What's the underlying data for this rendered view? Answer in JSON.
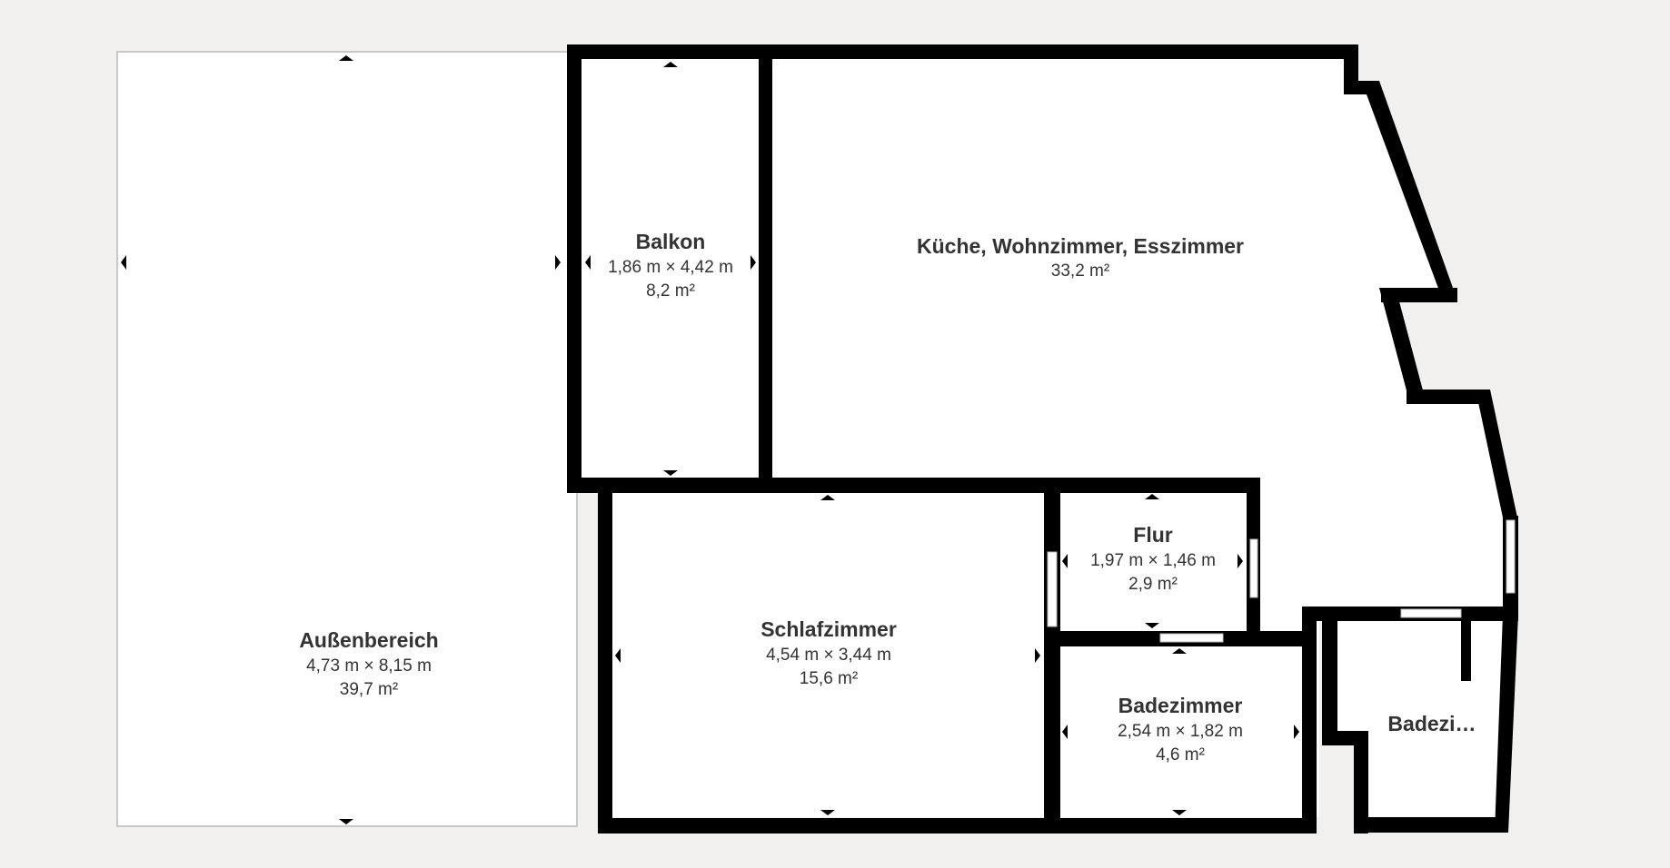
{
  "floorplan": {
    "background_color": "#f1f0ee",
    "wall_color": "#000000",
    "floor_color": "#ffffff",
    "text_color": "#333333",
    "rooms": [
      {
        "id": "aussenbereich",
        "name": "Außenbereich",
        "dims": "4,73 m × 8,15 m",
        "area": "39,7 m²"
      },
      {
        "id": "balkon",
        "name": "Balkon",
        "dims": "1,86 m × 4,42 m",
        "area": "8,2 m²"
      },
      {
        "id": "kueche",
        "name": "Küche, Wohnzimmer, Esszimmer",
        "dims": "",
        "area": "33,2 m²"
      },
      {
        "id": "schlafzimmer",
        "name": "Schlafzimmer",
        "dims": "4,54 m × 3,44 m",
        "area": "15,6 m²"
      },
      {
        "id": "flur",
        "name": "Flur",
        "dims": "1,97 m × 1,46 m",
        "area": "2,9 m²"
      },
      {
        "id": "badezimmer",
        "name": "Badezimmer",
        "dims": "2,54 m × 1,82 m",
        "area": "4,6 m²"
      },
      {
        "id": "badezimmer2",
        "name": "Badezi…",
        "dims": "",
        "area": ""
      }
    ]
  }
}
